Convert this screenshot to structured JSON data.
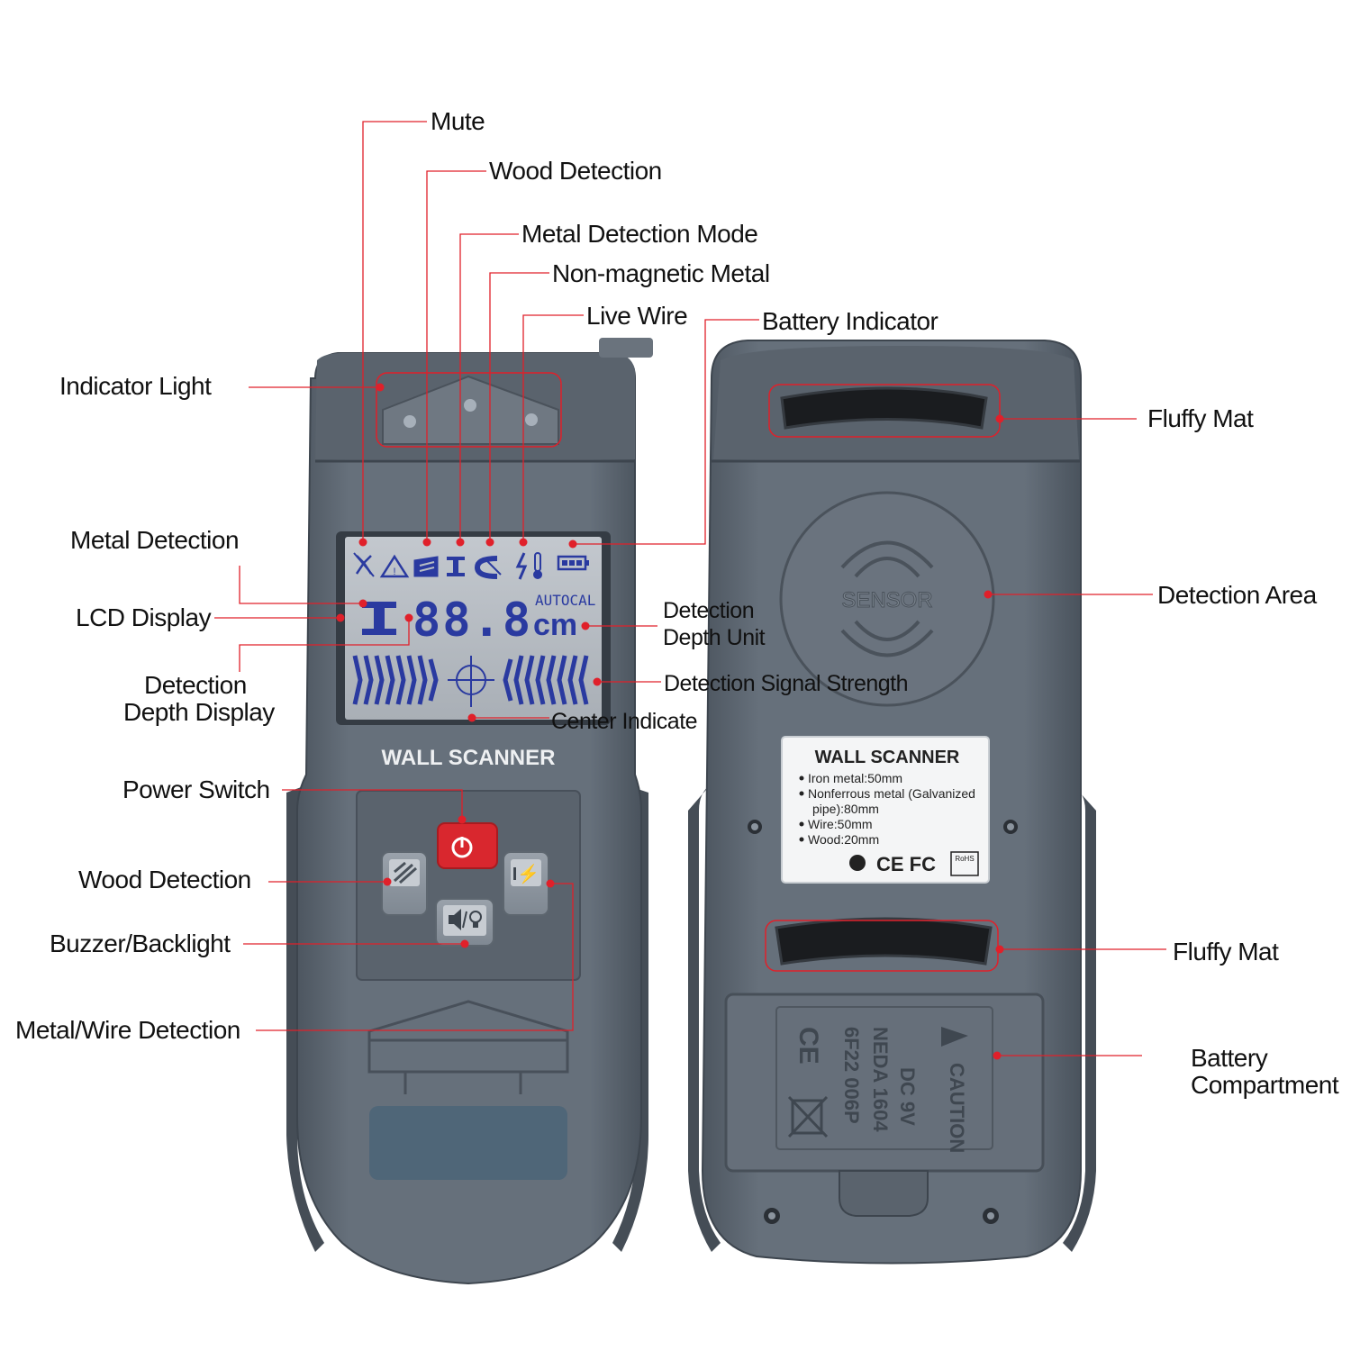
{
  "callouts": {
    "mute": "Mute",
    "wood_detection_icon": "Wood Detection",
    "metal_detection_mode": "Metal Detection Mode",
    "non_magnetic_metal": "Non-magnetic Metal",
    "live_wire": "Live Wire",
    "battery_indicator": "Battery Indicator",
    "indicator_light": "Indicator Light",
    "metal_detection": "Metal Detection",
    "lcd_display": "LCD Display",
    "detection_depth_display_1": "Detection",
    "detection_depth_display_2": "Depth Display",
    "detection_depth_unit_1": "Detection",
    "detection_depth_unit_2": "Depth Unit",
    "detection_signal_strength": "Detection Signal Strength",
    "center_indicate": "Center Indicate",
    "power_switch": "Power Switch",
    "wood_detection_button": "Wood Detection",
    "buzzer_backlight": "Buzzer/Backlight",
    "metal_wire_detection": "Metal/Wire Detection",
    "fluffy_mat_top": "Fluffy Mat",
    "detection_area": "Detection Area",
    "fluffy_mat_bottom": "Fluffy Mat",
    "battery_compartment_1": "Battery",
    "battery_compartment_2": "Compartment"
  },
  "device_front": {
    "brand_label": "WALL SCANNER",
    "lcd_value": "88.8",
    "lcd_mode": "AUTOCAL",
    "lcd_unit": "cm"
  },
  "device_back": {
    "sensor_label": "SENSOR",
    "spec_title": "WALL SCANNER",
    "spec_lines": [
      "Iron metal:50mm",
      "Nonferrous metal (Galvanized",
      "pipe):80mm",
      "Wire:50mm",
      "Wood:20mm"
    ],
    "certifications": "CE FC",
    "rohs": "RoHS",
    "battery_text_1": "CAUTION",
    "battery_text_2": "DC 9V",
    "battery_text_3": "NEDA 1604",
    "battery_text_4": "6F22 006P",
    "ce_mark": "CE"
  },
  "colors": {
    "callout_line": "#e0202a",
    "dot": "#e0202a",
    "body_dark": "#5e6873",
    "body_mid": "#6d7782",
    "lcd_bg": "#b7bdc4",
    "lcd_segments": "#2a3aa0",
    "power_button": "#d9272e",
    "label_bg": "#f4f5f6"
  }
}
